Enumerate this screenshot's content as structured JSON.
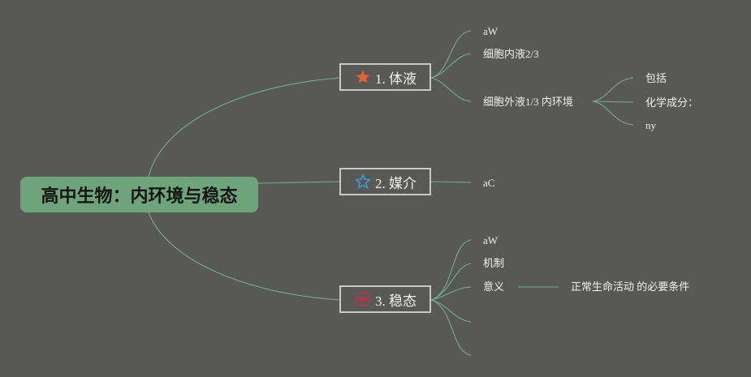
{
  "root": {
    "label": "高中生物：内环境与稳态"
  },
  "topics": [
    {
      "label": "1. 体液",
      "icon": "star-filled-icon",
      "icon_color": "#e8622c",
      "children": [
        {
          "label": "aW"
        },
        {
          "label": "细胞内液2/3"
        },
        {
          "label": "细胞外液1/3 内环境"
        }
      ],
      "grandchildren": [
        {
          "label": "包括"
        },
        {
          "label": "化学成分："
        },
        {
          "label": "ny"
        }
      ]
    },
    {
      "label": "2. 媒介",
      "icon": "star-outline-icon",
      "icon_color": "#3a9ad9",
      "children": [
        {
          "label": "aC"
        }
      ]
    },
    {
      "label": "3. 稳态",
      "icon": "crown-icon",
      "icon_color": "#c0304a",
      "children": [
        {
          "label": "aW"
        },
        {
          "label": "机制"
        },
        {
          "label": "意义"
        },
        {
          "label": ""
        },
        {
          "label": ""
        }
      ],
      "grandchildren": [
        {
          "label": "正常生命活动 的必要条件"
        }
      ]
    }
  ],
  "colors": {
    "background": "#585854",
    "root_fill": "#6ea47a",
    "connector": "#6fae98",
    "topic_border": "#c9c9c4",
    "text": "#f0f0ec"
  }
}
